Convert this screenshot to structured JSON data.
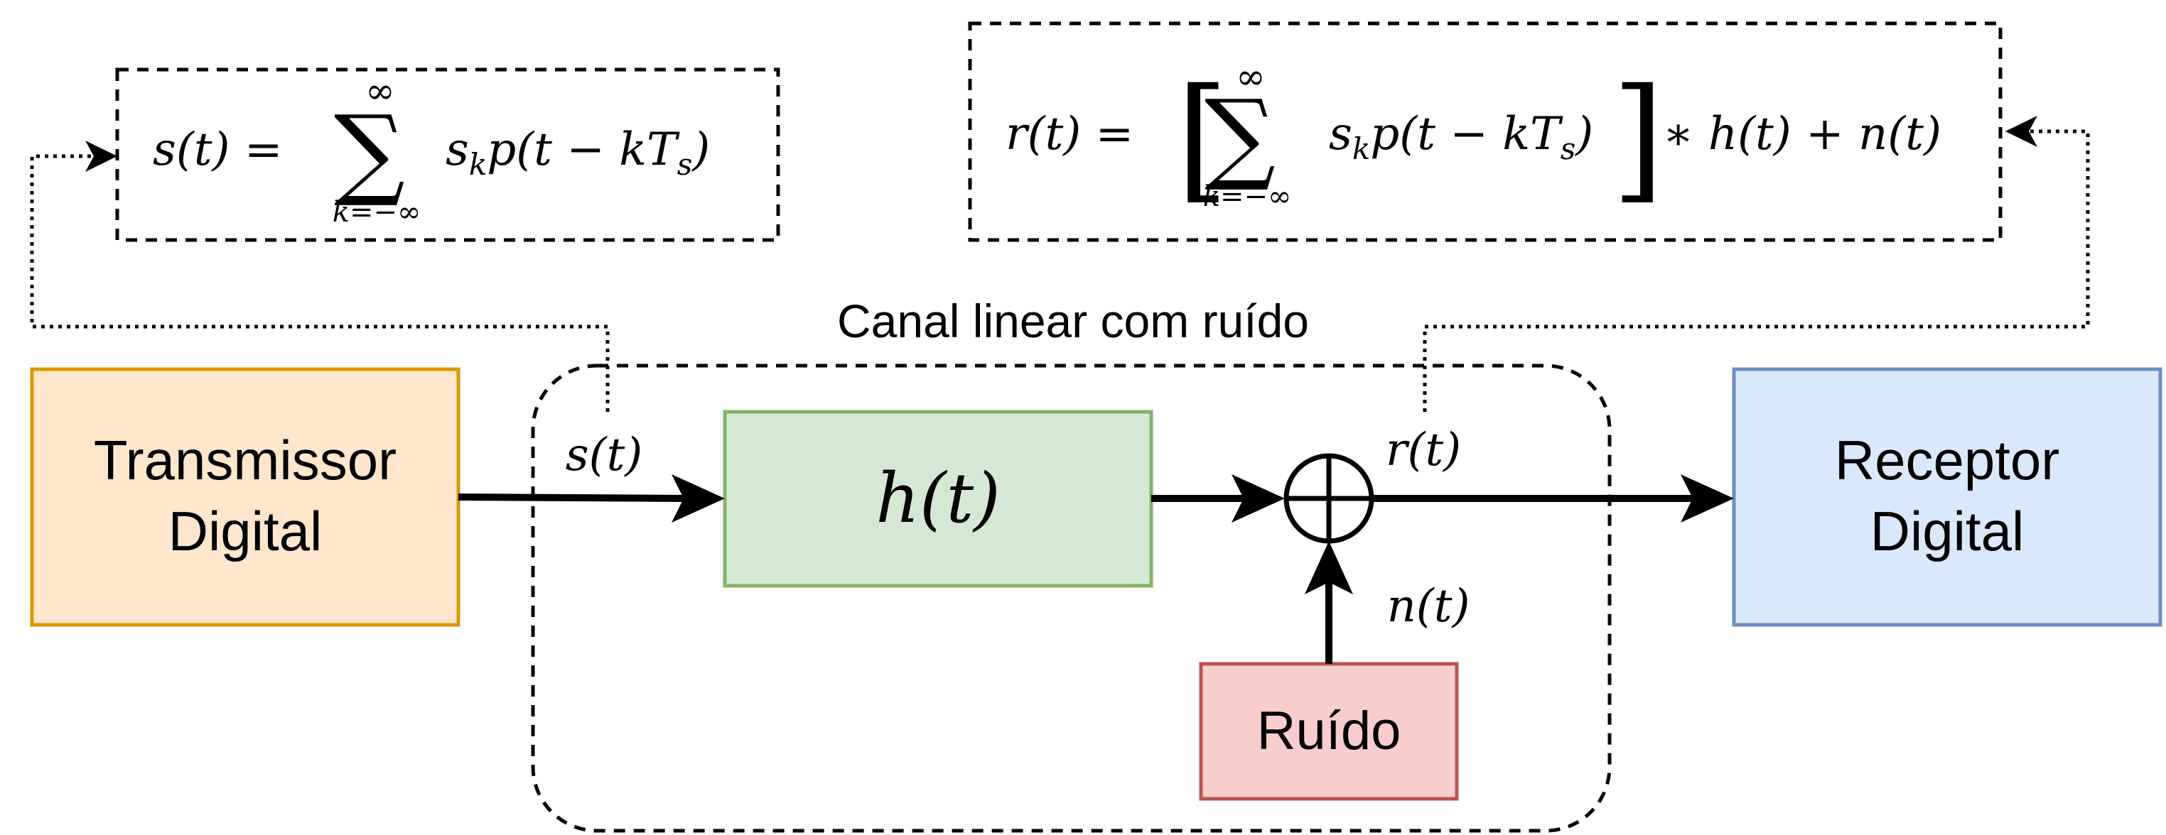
{
  "blocks": {
    "transmitter": {
      "line1": "Transmissor",
      "line2": "Digital",
      "fill": "#ffe6cc",
      "stroke": "#d79b00"
    },
    "channel_filter": {
      "label": "h(t)",
      "fill": "#d5e8d4",
      "stroke": "#82b366"
    },
    "noise": {
      "label": "Ruído",
      "fill": "#f8cecc",
      "stroke": "#b85450"
    },
    "receiver": {
      "line1": "Receptor",
      "line2": "Digital",
      "fill": "#dae8fc",
      "stroke": "#6c8ebf"
    }
  },
  "channel_group": {
    "title": "Canal linear com ruído"
  },
  "signals": {
    "transmitted": "s(t)",
    "received": "r(t)",
    "noise": "n(t)"
  },
  "equations": {
    "transmitted": {
      "lhs": "s(t) =",
      "sum_symbol": "∑",
      "upper": "∞",
      "lower": "k=−∞",
      "term": "s",
      "term_sub": "k",
      "term_rest": "p(t − kT",
      "term_sub2": "s",
      "term_close": ")"
    },
    "received": {
      "lhs": "r(t) =",
      "open_bracket": "[",
      "sum_symbol": "∑",
      "upper": "∞",
      "lower": "k=−∞",
      "term": "s",
      "term_sub": "k",
      "term_rest": "p(t − kT",
      "term_sub2": "s",
      "term_close": ")",
      "close_bracket": "]",
      "tail": "∗ h(t) + n(t)"
    }
  },
  "summer_symbol": "⊕"
}
